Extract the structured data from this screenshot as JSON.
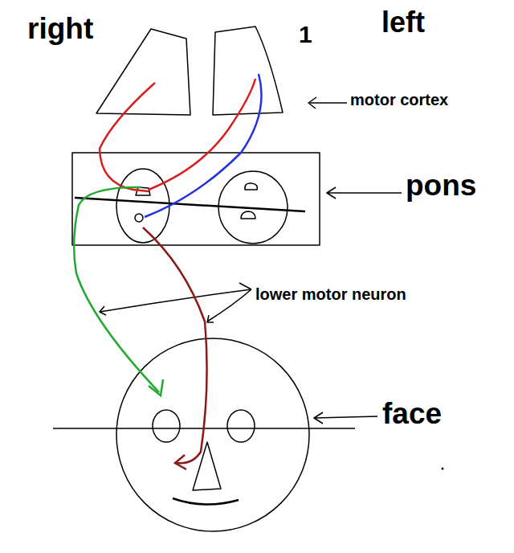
{
  "diagram": {
    "labels": [
      "right",
      "1",
      "left",
      "motor cortex",
      "pons",
      "lower motor neuron",
      "face"
    ]
  }
}
